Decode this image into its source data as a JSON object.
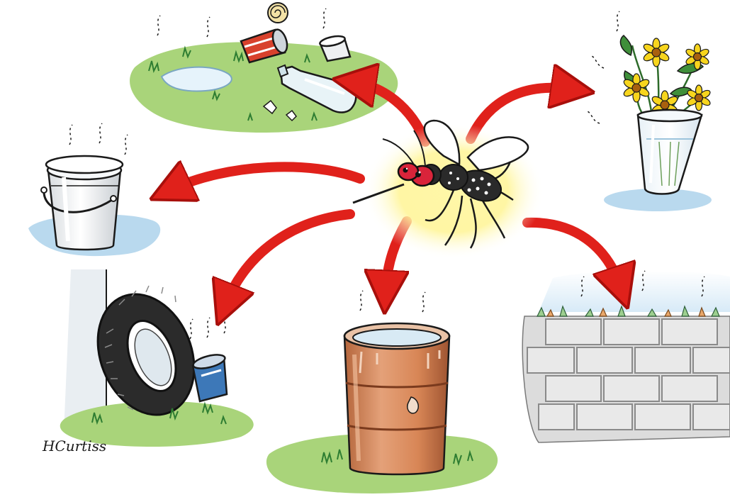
{
  "illustration": {
    "signature": "HCurtiss",
    "colors": {
      "background": "#ffffff",
      "arrow": "#e0211b",
      "arrow_dark": "#a80f0b",
      "grass": "#a9d47a",
      "grass_dark": "#2e7d32",
      "water": "#b9d9ee",
      "mosquito_glow": "#fff59a",
      "mosquito_body": "#2a2a2a",
      "mosquito_eye": "#d9243a",
      "barrel": "#d98a5c",
      "barrel_dark": "#9e5431",
      "tire": "#2b2b2b",
      "bucket": "#f2f4f6",
      "brick": "#dcdcdc",
      "brick_mortar": "#8a8a8a",
      "flower_petal": "#f7d51d",
      "flower_center": "#a8600e",
      "leaf": "#3f8f3a",
      "can_red": "#d8412c",
      "can_blue": "#3d78b8"
    },
    "scenes": [
      {
        "name": "litter-scene",
        "icon": "litter-icon"
      },
      {
        "name": "flower-vase-scene",
        "icon": "flower-vase-icon"
      },
      {
        "name": "bucket-scene",
        "icon": "bucket-icon"
      },
      {
        "name": "tire-scene",
        "icon": "tire-icon"
      },
      {
        "name": "barrel-scene",
        "icon": "barrel-icon"
      },
      {
        "name": "brick-wall-scene",
        "icon": "brick-wall-icon"
      }
    ],
    "center": {
      "name": "mosquito",
      "icon": "mosquito-icon"
    }
  }
}
